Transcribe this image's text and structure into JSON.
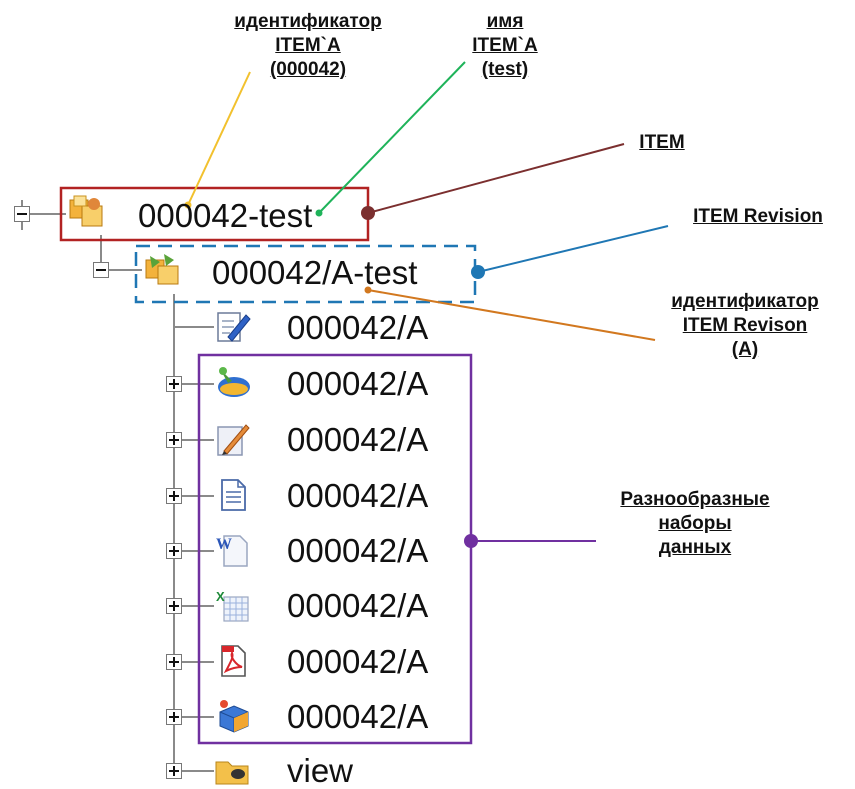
{
  "colors": {
    "item_box": "#b22222",
    "revision_box": "#1f77b4",
    "dataset_box": "#7030a0",
    "id_leader": "#f2c12e",
    "name_leader": "#1fb35a",
    "item_leader": "#7b2f2f",
    "revision_leader": "#1f77b4",
    "revid_leader": "#d2781f",
    "datasets_leader": "#7030a0"
  },
  "tree": {
    "item": {
      "label": "000042-test",
      "icon": "item-folder-icon"
    },
    "revision": {
      "label": "000042/A-test",
      "icon": "revision-folder-icon"
    },
    "children": [
      {
        "label": "000042/A",
        "icon": "form-edit-icon"
      },
      {
        "label": "000042/A",
        "icon": "cad-model-icon"
      },
      {
        "label": "000042/A",
        "icon": "drawing-icon"
      },
      {
        "label": "000042/A",
        "icon": "text-document-icon"
      },
      {
        "label": "000042/A",
        "icon": "word-document-icon"
      },
      {
        "label": "000042/A",
        "icon": "excel-spreadsheet-icon"
      },
      {
        "label": "000042/A",
        "icon": "pdf-document-icon"
      },
      {
        "label": "000042/A",
        "icon": "package-icon"
      },
      {
        "label": "view",
        "icon": "view-folder-icon"
      }
    ]
  },
  "callouts": {
    "item_id": [
      "идентификатор",
      "ITEM`A",
      "(000042)"
    ],
    "item_name": [
      "имя",
      "ITEM`A",
      "(test)"
    ],
    "item": [
      "ITEM"
    ],
    "item_revision": [
      "ITEM Revision"
    ],
    "revision_id": [
      "идентификатор",
      "ITEM Revison",
      "(A)"
    ],
    "datasets": [
      "Разнообразные",
      "наборы",
      "данных"
    ]
  }
}
